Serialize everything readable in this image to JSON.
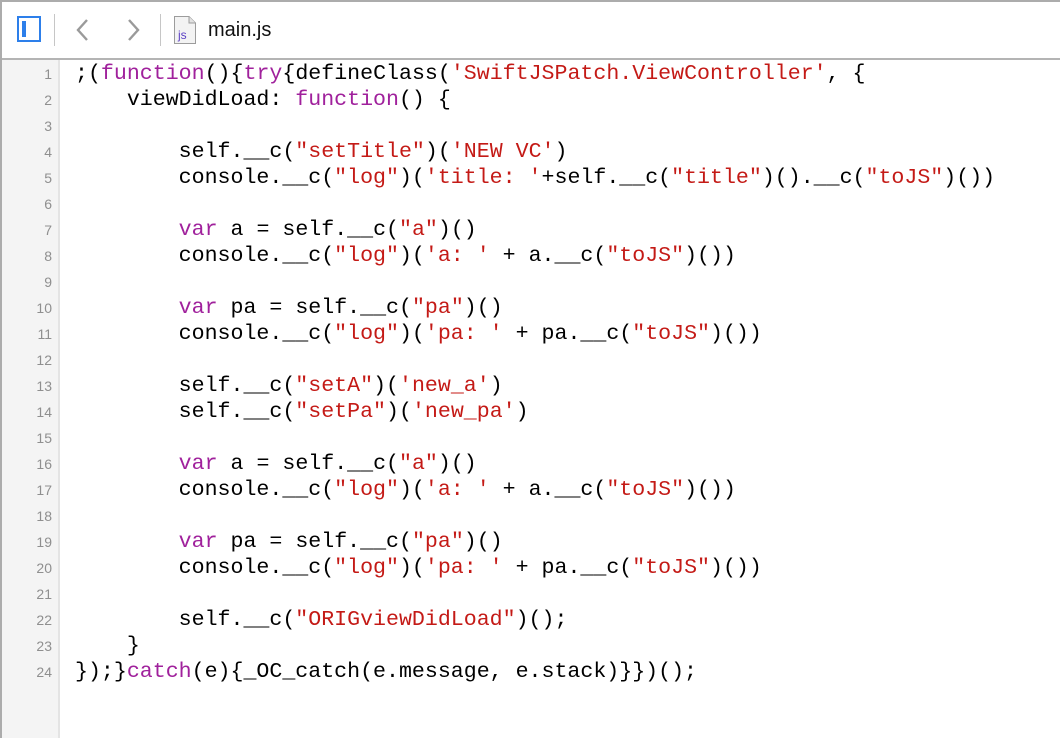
{
  "toolbar": {
    "sidebar_toggle_icon": "sidebar-toggle-icon",
    "back_icon": "chevron-left-icon",
    "forward_icon": "chevron-right-icon",
    "file_icon": "js-file-icon",
    "file_icon_label": "js",
    "file_name": "main.js"
  },
  "colors": {
    "accent": "#2d7fea",
    "keyword": "#a0219c",
    "string": "#c41a16",
    "text": "#000000",
    "line_number": "#8f8f8f",
    "gutter_bg": "#f4f4f4"
  },
  "editor": {
    "lines": [
      {
        "n": "1",
        "tokens": [
          [
            ";(",
            ""
          ],
          [
            "function",
            "kw"
          ],
          [
            "(){",
            ""
          ],
          [
            "try",
            "kw"
          ],
          [
            "{defineClass(",
            ""
          ],
          [
            "'SwiftJSPatch.ViewController'",
            "str"
          ],
          [
            ", {",
            ""
          ]
        ]
      },
      {
        "n": "2",
        "tokens": [
          [
            "    viewDidLoad: ",
            ""
          ],
          [
            "function",
            "kw"
          ],
          [
            "() {",
            ""
          ]
        ]
      },
      {
        "n": "3",
        "tokens": []
      },
      {
        "n": "4",
        "tokens": [
          [
            "        self.__c(",
            ""
          ],
          [
            "\"setTitle\"",
            "str"
          ],
          [
            ")(",
            ""
          ],
          [
            "'NEW VC'",
            "str"
          ],
          [
            ")",
            ""
          ]
        ]
      },
      {
        "n": "5",
        "tokens": [
          [
            "        console.__c(",
            ""
          ],
          [
            "\"log\"",
            "str"
          ],
          [
            ")(",
            ""
          ],
          [
            "'title: '",
            "str"
          ],
          [
            "+self.__c(",
            ""
          ],
          [
            "\"title\"",
            "str"
          ],
          [
            ")().__c(",
            ""
          ],
          [
            "\"toJS\"",
            "str"
          ],
          [
            ")())",
            ""
          ]
        ]
      },
      {
        "n": "6",
        "tokens": []
      },
      {
        "n": "7",
        "tokens": [
          [
            "        ",
            ""
          ],
          [
            "var",
            "kw"
          ],
          [
            " a = self.__c(",
            ""
          ],
          [
            "\"a\"",
            "str"
          ],
          [
            ")()",
            ""
          ]
        ]
      },
      {
        "n": "8",
        "tokens": [
          [
            "        console.__c(",
            ""
          ],
          [
            "\"log\"",
            "str"
          ],
          [
            ")(",
            ""
          ],
          [
            "'a: '",
            "str"
          ],
          [
            " + a.__c(",
            ""
          ],
          [
            "\"toJS\"",
            "str"
          ],
          [
            ")())",
            ""
          ]
        ]
      },
      {
        "n": "9",
        "tokens": []
      },
      {
        "n": "10",
        "tokens": [
          [
            "        ",
            ""
          ],
          [
            "var",
            "kw"
          ],
          [
            " pa = self.__c(",
            ""
          ],
          [
            "\"pa\"",
            "str"
          ],
          [
            ")()",
            ""
          ]
        ]
      },
      {
        "n": "11",
        "tokens": [
          [
            "        console.__c(",
            ""
          ],
          [
            "\"log\"",
            "str"
          ],
          [
            ")(",
            ""
          ],
          [
            "'pa: '",
            "str"
          ],
          [
            " + pa.__c(",
            ""
          ],
          [
            "\"toJS\"",
            "str"
          ],
          [
            ")())",
            ""
          ]
        ]
      },
      {
        "n": "12",
        "tokens": []
      },
      {
        "n": "13",
        "tokens": [
          [
            "        self.__c(",
            ""
          ],
          [
            "\"setA\"",
            "str"
          ],
          [
            ")(",
            ""
          ],
          [
            "'new_a'",
            "str"
          ],
          [
            ")",
            ""
          ]
        ]
      },
      {
        "n": "14",
        "tokens": [
          [
            "        self.__c(",
            ""
          ],
          [
            "\"setPa\"",
            "str"
          ],
          [
            ")(",
            ""
          ],
          [
            "'new_pa'",
            "str"
          ],
          [
            ")",
            ""
          ]
        ]
      },
      {
        "n": "15",
        "tokens": []
      },
      {
        "n": "16",
        "tokens": [
          [
            "        ",
            ""
          ],
          [
            "var",
            "kw"
          ],
          [
            " a = self.__c(",
            ""
          ],
          [
            "\"a\"",
            "str"
          ],
          [
            ")()",
            ""
          ]
        ]
      },
      {
        "n": "17",
        "tokens": [
          [
            "        console.__c(",
            ""
          ],
          [
            "\"log\"",
            "str"
          ],
          [
            ")(",
            ""
          ],
          [
            "'a: '",
            "str"
          ],
          [
            " + a.__c(",
            ""
          ],
          [
            "\"toJS\"",
            "str"
          ],
          [
            ")())",
            ""
          ]
        ]
      },
      {
        "n": "18",
        "tokens": []
      },
      {
        "n": "19",
        "tokens": [
          [
            "        ",
            ""
          ],
          [
            "var",
            "kw"
          ],
          [
            " pa = self.__c(",
            ""
          ],
          [
            "\"pa\"",
            "str"
          ],
          [
            ")()",
            ""
          ]
        ]
      },
      {
        "n": "20",
        "tokens": [
          [
            "        console.__c(",
            ""
          ],
          [
            "\"log\"",
            "str"
          ],
          [
            ")(",
            ""
          ],
          [
            "'pa: '",
            "str"
          ],
          [
            " + pa.__c(",
            ""
          ],
          [
            "\"toJS\"",
            "str"
          ],
          [
            ")())",
            ""
          ]
        ]
      },
      {
        "n": "21",
        "tokens": []
      },
      {
        "n": "22",
        "tokens": [
          [
            "        self.__c(",
            ""
          ],
          [
            "\"ORIGviewDidLoad\"",
            "str"
          ],
          [
            ")();",
            ""
          ]
        ]
      },
      {
        "n": "23",
        "tokens": [
          [
            "    }",
            ""
          ]
        ]
      },
      {
        "n": "24",
        "tokens": [
          [
            "});}",
            ""
          ],
          [
            "catch",
            "kw"
          ],
          [
            "(e){_OC_catch(e.message, e.stack)}})();",
            ""
          ]
        ]
      }
    ]
  }
}
